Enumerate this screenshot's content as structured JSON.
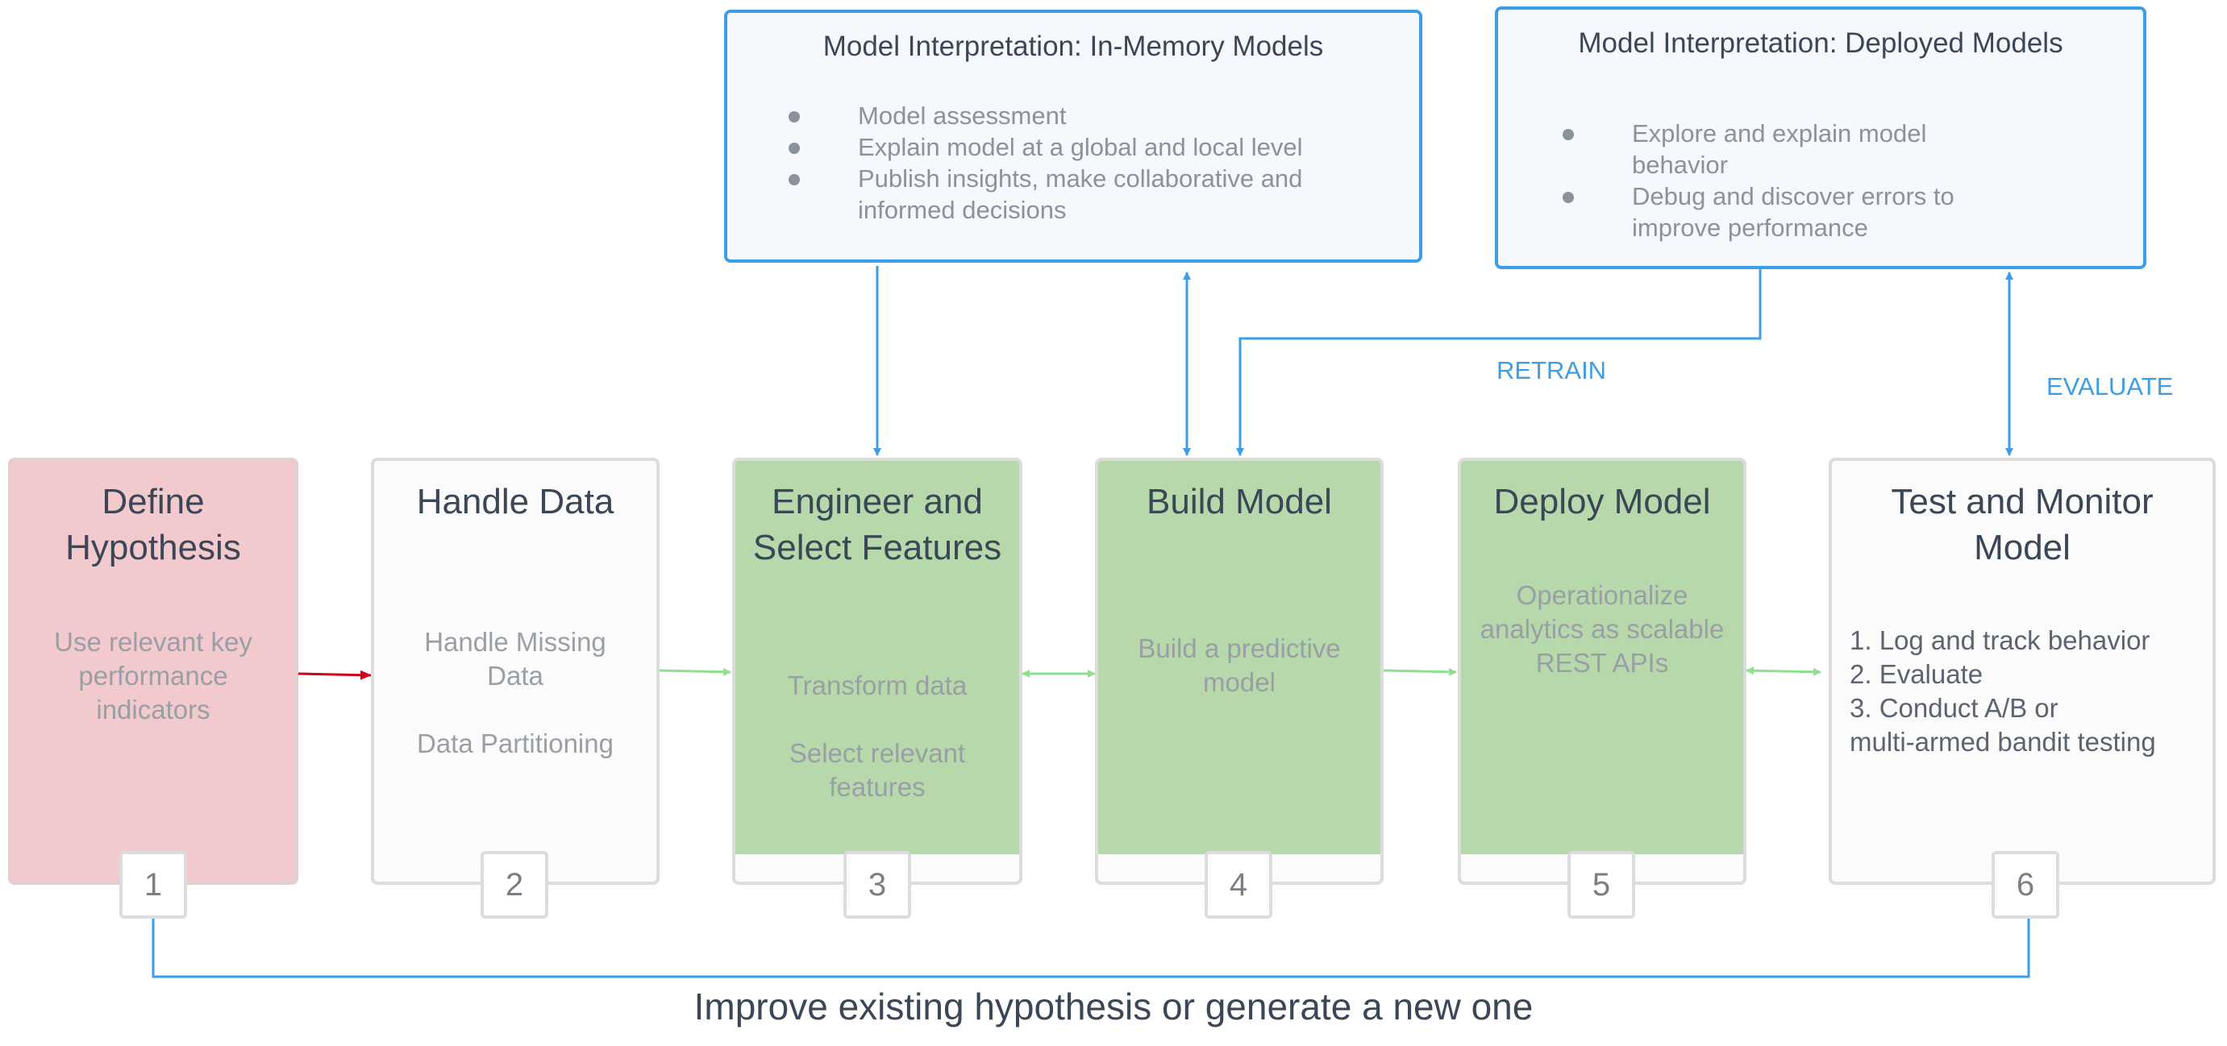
{
  "stages": [
    {
      "title": "Define Hypothesis",
      "lines": [
        "Use relevant key performance indicators"
      ],
      "number": "1"
    },
    {
      "title": "Handle Data",
      "lines": [
        "Handle Missing Data",
        "Data Partitioning"
      ],
      "number": "2"
    },
    {
      "title": "Engineer and Select Features",
      "lines": [
        "Transform data",
        "Select relevant features"
      ],
      "number": "3"
    },
    {
      "title": "Build Model",
      "lines": [
        "Build a predictive model"
      ],
      "number": "4"
    },
    {
      "title": "Deploy Model",
      "lines": [
        "Operationalize analytics as scalable REST APIs"
      ],
      "number": "5"
    },
    {
      "title": "Test and Monitor Model",
      "lines": [
        "1. Log and track behavior",
        "2. Evaluate",
        "3. Conduct A/B or",
        "multi-armed bandit testing"
      ],
      "number": "6"
    }
  ],
  "in_memory": {
    "title": "Model Interpretation: In-Memory Models",
    "bullets": [
      "Model assessment",
      "Explain model at a global and local level",
      "Publish insights, make collaborative and informed decisions"
    ]
  },
  "deployed": {
    "title": "Model Interpretation: Deployed Models",
    "bullets": [
      "Explore and explain model behavior",
      "Debug and discover errors to improve performance"
    ]
  },
  "labels": {
    "retrain": "RETRAIN",
    "evaluate": "EVALUATE"
  },
  "feedback": "Improve existing hypothesis or generate a new one",
  "colors": {
    "blue": "#3d9ee8",
    "green": "#8ee08e",
    "red": "#d0021b",
    "pink": "#f2c9cc",
    "sage": "#b6d8ab"
  }
}
